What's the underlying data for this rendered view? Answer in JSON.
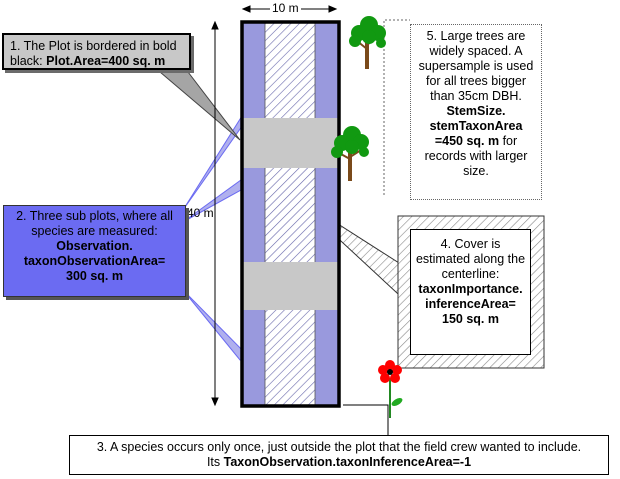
{
  "dimensions": {
    "width_label": "10 m",
    "height_label": "40 m"
  },
  "callouts": {
    "plot": {
      "text": "1. The Plot is bordered in bold black: ",
      "bold": "Plot.Area=400 sq. m"
    },
    "subplots": {
      "text": "2. Three sub plots, where all species are measured:",
      "bold_line1": "Observation.",
      "bold_line2": "taxonObservationArea=",
      "bold_line3": "300 sq. m"
    },
    "outside": {
      "line1": "3. A species occurs only once, just outside the plot that the field crew wanted to include.",
      "line2_prefix": "Its ",
      "line2_bold": "TaxonObservation.taxonInferenceArea=-1"
    },
    "cover": {
      "text": "4. Cover is estimated along the centerline:",
      "bold_line1": "taxonImportance.",
      "bold_line2": "inferenceArea=",
      "bold_line3": "150 sq. m"
    },
    "trees": {
      "text": "5. Large trees are widely spaced.  A supersample is used for all trees bigger than 35cm DBH. ",
      "bold_line1": "StemSize.",
      "bold_line2": "stemTaxonArea",
      "bold_line3": "=450 sq. m",
      "suffix": " for records with larger size."
    }
  },
  "colors": {
    "subplot_fill": "#9999dd",
    "gap_fill": "#c8c8c8",
    "subplots_callout": "#6b6bf2",
    "hatch": "#6666aa",
    "flower": "#ff0000",
    "tree_leaves": "#119911"
  },
  "icons": [
    "tree-icon",
    "tree-icon",
    "flower-icon"
  ]
}
